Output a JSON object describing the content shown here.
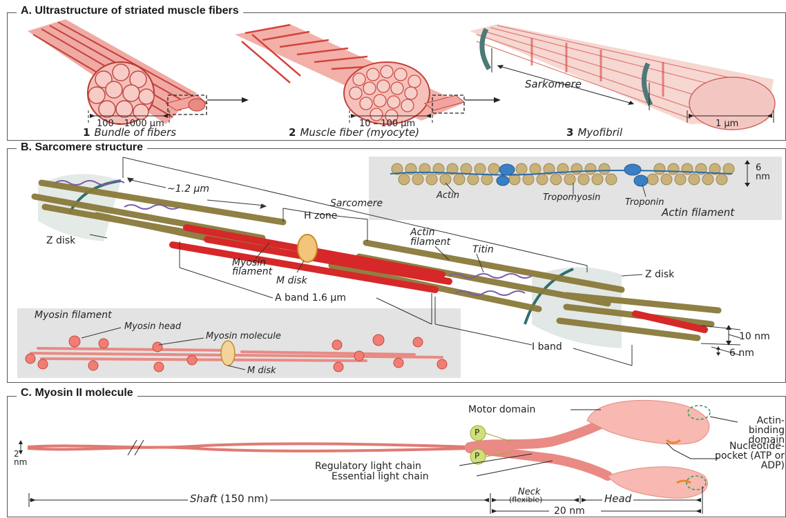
{
  "panelA": {
    "title": "A. Ultrastructure of striated muscle fibers",
    "items": [
      {
        "num": "1",
        "caption": "Bundle of fibers",
        "measure": "100 – 1000 µm"
      },
      {
        "num": "2",
        "caption": "Muscle fiber (myocyte)",
        "measure": "10 – 100 µm"
      },
      {
        "num": "3",
        "caption": "Myofibril",
        "measure": "1 µm"
      }
    ],
    "sarkomere": "Sarkomere"
  },
  "panelB": {
    "title": "B. Sarcomere structure",
    "labels": {
      "length_1_2": "~1.2 µm",
      "sarcomere": "Sarcomere",
      "h_zone": "H zone",
      "z_disk_left": "Z disk",
      "z_disk_right": "Z disk",
      "actin_filament": "Actin filament",
      "titin": "Titin",
      "myosin_filament": "Myosin filament",
      "m_disk": "M disk",
      "a_band": "A band 1.6 µm",
      "i_band": "I band",
      "ten_nm": "10 nm",
      "six_nm": "6 nm"
    },
    "actin_inset": {
      "size": "6 nm",
      "actin": "Actin",
      "tropomyosin": "Tropomyosin",
      "troponin": "Troponin",
      "title": "Actin filament"
    },
    "myosin_inset": {
      "title": "Myosin filament",
      "head": "Myosin head",
      "molecule": "Myosin molecule",
      "m_disk": "M disk"
    }
  },
  "panelC": {
    "title": "C. Myosin II molecule",
    "labels": {
      "two_nm": "2 nm",
      "motor_domain": "Motor domain",
      "actin_binding": "Actin-binding domain",
      "nucleotide_pocket": "Nucleotide-pocket (ATP or ADP)",
      "p": "P",
      "regulatory": "Regulatory light chain",
      "essential": "Essential light chain",
      "shaft": "Shaft",
      "shaft_len": "(150 nm)",
      "neck": "Neck",
      "neck_sub": "(flexible)",
      "head": "Head",
      "twenty_nm": "20 nm"
    }
  },
  "colors": {
    "muscle_red": "#d9534f",
    "muscle_pink": "#f2b3ad",
    "actin_olive": "#8a7a3a",
    "myosin_red": "#d62828",
    "titin_purple": "#7a5ca8",
    "troponin_blue": "#3a7fc4",
    "zdisk": "#2f6f6f"
  }
}
